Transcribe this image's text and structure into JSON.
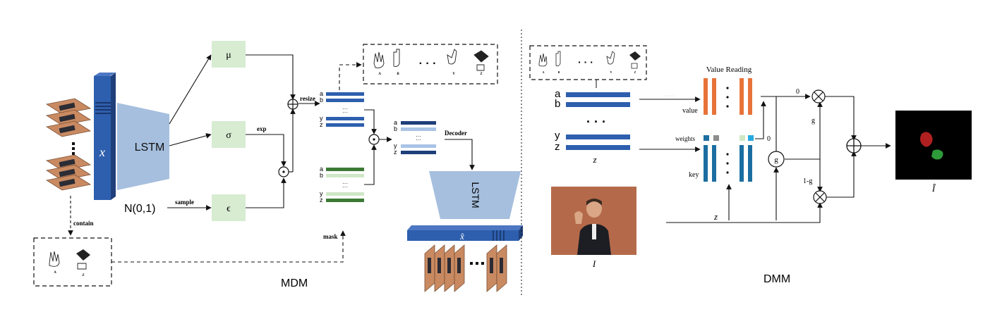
{
  "colors": {
    "lstm_fill": "#a6bfde",
    "box_green": "#d7ecd1",
    "bar_blue_dark": "#2e5fae",
    "bar_blue_light": "#a9c3e6",
    "bar_green_dark": "#3d7a36",
    "bar_green_light": "#cfe7c7",
    "bar_navy": "#1f3f7a",
    "value_orange": "#e8733a",
    "key_blue": "#1b6ea1",
    "frame_fill": "#c98a62",
    "weights_gray": "#8c8c8c",
    "weights_cyan": "#25a9e0",
    "weights_paleg": "#cfe8c4"
  },
  "mdm": {
    "label": "MDM",
    "encoder_label": "LSTM",
    "x_symbol": "x",
    "mu": "μ",
    "sigma": "σ",
    "epsilon": "ϵ",
    "normal": "N(0,1)",
    "sample": "sample",
    "exp": "exp",
    "resize": "resize",
    "mask": "mask",
    "contain": "contain",
    "decoder": "Decoder",
    "decoder_label": "LSTM",
    "x_hat_symbol": "x̂",
    "letters_top": [
      "a",
      "b",
      "y",
      "z"
    ],
    "letters_green": [
      "a",
      "b",
      "y",
      "z"
    ],
    "letters_out": [
      "a",
      "b",
      "y",
      "z"
    ],
    "sign_captions": [
      "A",
      "B",
      "Y",
      "Z"
    ],
    "contain_captions": [
      "A",
      "Z"
    ]
  },
  "dmm": {
    "label": "DMM",
    "value_reading": "Value  Reading",
    "value": "value",
    "weights": "weights",
    "key": "key",
    "g": "g",
    "one_minus_g": "1-g",
    "zero_a": "0",
    "zero_b": "0",
    "z_letter_a": "a",
    "z_letter_b": "b",
    "z_letter_y": "y",
    "z_letter_z": "z",
    "z_caption": "z",
    "z_line_label": "z",
    "image_caption": "I",
    "output_caption": "Î",
    "sign_captions": [
      "A",
      "B",
      "Y",
      "Z"
    ]
  }
}
